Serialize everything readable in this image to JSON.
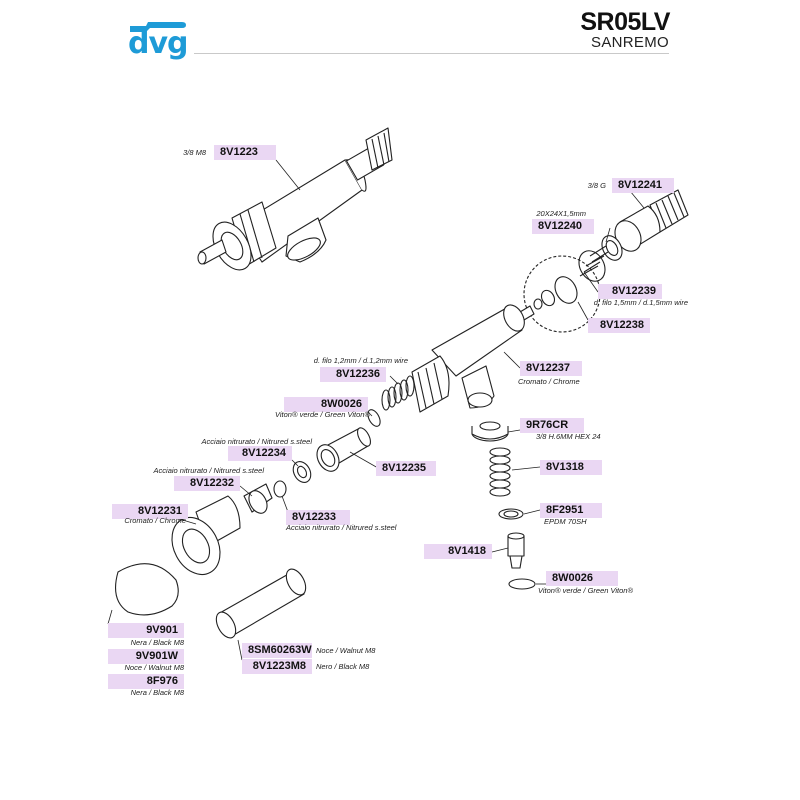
{
  "header": {
    "logo_text": "dvg",
    "model": "SR05LV",
    "brand": "SANREMO"
  },
  "parts": {
    "p8V1223": {
      "code": "8V1223",
      "note": "3/8 M8"
    },
    "p8V12241": {
      "code": "8V12241",
      "note": "3/8 G"
    },
    "p8V12240": {
      "code": "8V12240",
      "note": "20X24X1,5mm"
    },
    "p8V12239": {
      "code": "8V12239",
      "note": "d. filo 1,5mm / d.1,5mm wire"
    },
    "p8V12238": {
      "code": "8V12238"
    },
    "p8V12237": {
      "code": "8V12237",
      "note": "Cromato / Chrome"
    },
    "p8V12236": {
      "code": "8V12236",
      "note": "d. filo 1,2mm / d.1,2mm wire"
    },
    "p8W0026a": {
      "code": "8W0026",
      "note": "Viton® verde / Green Viton®"
    },
    "p8V12234": {
      "code": "8V12234",
      "note": "Acciaio nitrurato / Nitrured s.steel"
    },
    "p8V12235": {
      "code": "8V12235"
    },
    "p8V12232": {
      "code": "8V12232",
      "note": "Acciaio nitrurato / Nitrured s.steel"
    },
    "p8V12231": {
      "code": "8V12231",
      "note": "Cromato / Chrome"
    },
    "p8V12233": {
      "code": "8V12233",
      "note": "Acciaio nitrurato / Nitrured s.steel"
    },
    "p9R76CR": {
      "code": "9R76CR",
      "note": "3/8 H.6MM HEX 24"
    },
    "p8V1318": {
      "code": "8V1318"
    },
    "p8F2951": {
      "code": "8F2951",
      "note": "EPDM 70SH"
    },
    "p8V1418": {
      "code": "8V1418"
    },
    "p8W0026b": {
      "code": "8W0026",
      "note": "Viton® verde / Green Viton®"
    },
    "p9V901": {
      "code": "9V901",
      "note": "Nera / Black M8"
    },
    "p9V901W": {
      "code": "9V901W",
      "note": "Noce / Walnut M8"
    },
    "p8F976": {
      "code": "8F976",
      "note": "Nera / Black M8"
    },
    "p8SM60263W": {
      "code": "8SM60263W",
      "note": "Noce / Walnut M8"
    },
    "p8V1223M8": {
      "code": "8V1223M8",
      "note": "Nero / Black M8"
    }
  },
  "colors": {
    "logo": "#1e9bd7",
    "label_bg": "#ead7f3",
    "line": "#222222"
  }
}
